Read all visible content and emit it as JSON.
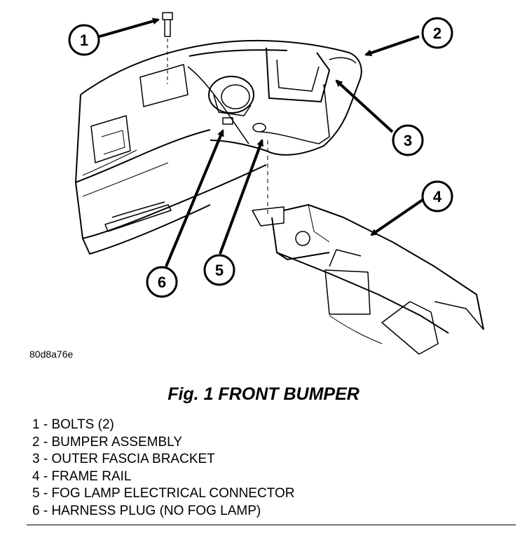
{
  "figure": {
    "callouts": [
      {
        "number": "1"
      },
      {
        "number": "2"
      },
      {
        "number": "3"
      },
      {
        "number": "4"
      },
      {
        "number": "5"
      },
      {
        "number": "6"
      }
    ],
    "reference_code": "80d8a76e"
  },
  "caption": "Fig. 1 FRONT BUMPER",
  "legend": [
    "1 - BOLTS (2)",
    "2 - BUMPER ASSEMBLY",
    "3 - OUTER FASCIA BRACKET",
    "4 - FRAME RAIL",
    "5 - FOG LAMP ELECTRICAL CONNECTOR",
    "6 - HARNESS PLUG (NO FOG LAMP)"
  ]
}
